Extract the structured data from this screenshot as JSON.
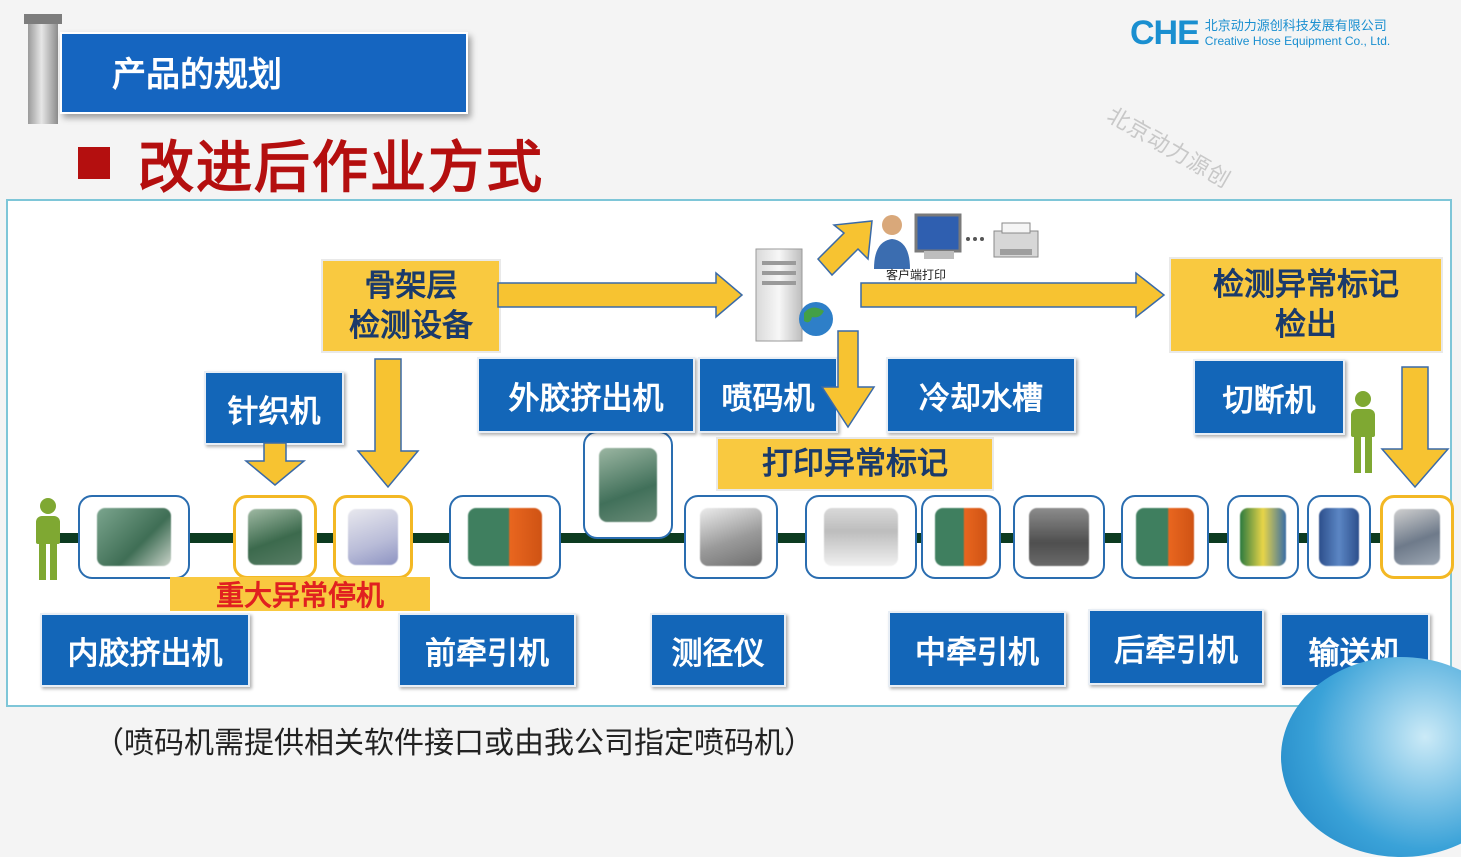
{
  "header": {
    "title": "产品的规划",
    "subheading": "改进后作业方式"
  },
  "logo": {
    "mark": "CHE",
    "name_cn": "北京动力源创科技发展有限公司",
    "name_en": "Creative Hose Equipment Co., Ltd."
  },
  "watermark": "北京动力源创",
  "diagram": {
    "top_boxes": {
      "skeleton_inspection_line1": "骨架层",
      "skeleton_inspection_line2": "检测设备",
      "knitting_machine": "针织机",
      "outer_extruder": "外胶挤出机",
      "inkjet_printer": "喷码机",
      "cooling_tank": "冷却水槽",
      "anomaly_detect_line1": "检测异常标记",
      "anomaly_detect_line2": "检出",
      "cutter": "切断机",
      "print_anomaly_mark": "打印异常标记"
    },
    "alert_label": "重大异常停机",
    "client_print_label": "客户端打印",
    "bottom_boxes": {
      "inner_extruder": "内胶挤出机",
      "front_puller": "前牵引机",
      "diameter_gauge": "测径仪",
      "middle_puller": "中牵引机",
      "rear_puller": "后牵引机",
      "conveyor": "输送机"
    },
    "icons": [
      "person-icon",
      "server-icon",
      "computer-user-icon",
      "printer-icon",
      "arrow-icon"
    ]
  },
  "note": "（喷码机需提供相关软件接口或由我公司指定喷码机）",
  "colors": {
    "title_blue": "#1565c0",
    "subheading_red": "#b40f0f",
    "box_blue": "#1366b8",
    "box_yellow": "#f9c940",
    "alert_red": "#e02020",
    "arrow_yellow": "#f7c331",
    "line_green": "#0c3b20",
    "person_green": "#7fa832"
  }
}
